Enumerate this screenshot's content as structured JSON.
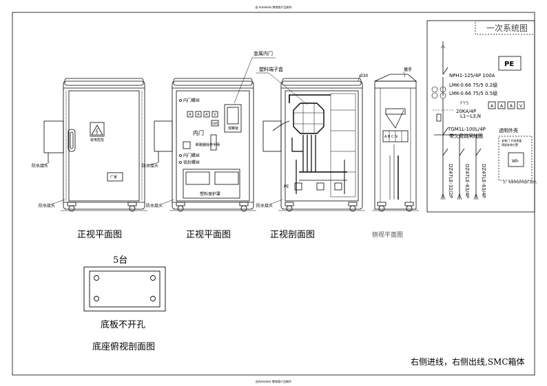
{
  "header_note": "由 Autodesk 教育版产品制作",
  "footer_note": "由Autodesk 教育版产品制作",
  "side_note": "由 Autodesk 教育版产品制作",
  "views": {
    "front_view_1": {
      "caption": "正视平面图",
      "waterproof_joint": "防水接头",
      "waterproof_joint_2": "防水接头",
      "warning_text": "有电危险",
      "brand_label": "厂家"
    },
    "front_view_2": {
      "caption": "正视平面图",
      "metal_inner_door": "金属内门",
      "inner_door_screw_1": "内门螺丝",
      "inner_door": "内门",
      "observation_window": "观察窗",
      "breaker_handle": "断路器操作手柄",
      "inner_door_screw_2": "内门螺丝",
      "lead_seal_screw": "铅封螺丝",
      "plastic_cover": "塑料保护罩",
      "waterproof_joint": "防水接头",
      "waterproof_joint_2": "防水接头",
      "meter_label": "LWS"
    },
    "section_view": {
      "caption": "正视剖面图",
      "terminal_box": "塑料端子盒",
      "pe": "PE",
      "hole": "Ø30",
      "waterproof_joint": "防水接头"
    },
    "side_view": {
      "caption": "侧视平面图",
      "handle": "播手",
      "abc": "A B C N"
    }
  },
  "base": {
    "count_label": "5台",
    "no_hole": "底板不开孔",
    "caption": "底座俯视剖面图"
  },
  "note": "右侧进线，右侧出线,SMC箱体",
  "system": {
    "title": "一次系统图",
    "pe": "PE",
    "breaker": "NPH1-125/4P   100A",
    "ct1": "LMK-0.66  75/5   0.2级",
    "ct2": "LMK-0.66  75/5   0.5级",
    "fys": "FYS",
    "spd": "20KA/4P",
    "phase": "L1~L3,N",
    "rcd": "TGM1L-100L/4P",
    "rcd_note": "带欠费跳闸线圈",
    "shell": "透明外壳",
    "shell_note1": "安装门  开电表窗",
    "shell_note2": "预留安装位置",
    "meter": "Wh",
    "meter_note": "注：电表单由供电部门提供。",
    "out1": "DZ47LE-32/2P",
    "out2": "DZ47LE-63/4P",
    "out3": "DZ47LE-63/4P",
    "meters": [
      "A",
      "A",
      "A",
      "V"
    ]
  }
}
